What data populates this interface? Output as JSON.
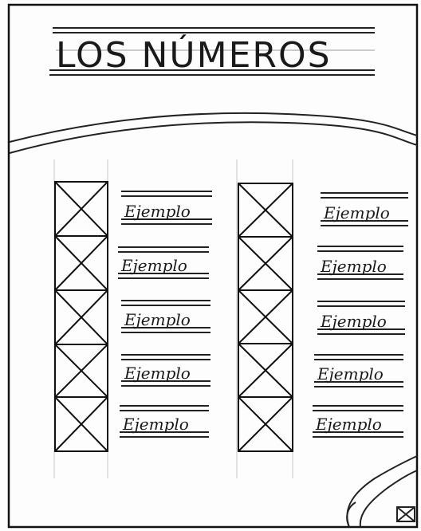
{
  "page": {
    "title": "LOS NÚMEROS",
    "palette": {
      "ink": "#1a1a1a",
      "paper": "#fdfdfd",
      "frame": "#111111"
    }
  },
  "columns": [
    {
      "labels": [
        "Ejemplo",
        "Ejemplo",
        "Ejemplo",
        "Ejemplo",
        "Ejemplo"
      ]
    },
    {
      "labels": [
        "Ejemplo",
        "Ejemplo",
        "Ejemplo",
        "Ejemplo",
        "Ejemplo"
      ]
    }
  ],
  "icons": {
    "corner": "envelope-icon",
    "scroll": "paper-curl-icon",
    "box": "crossed-box-icon"
  }
}
